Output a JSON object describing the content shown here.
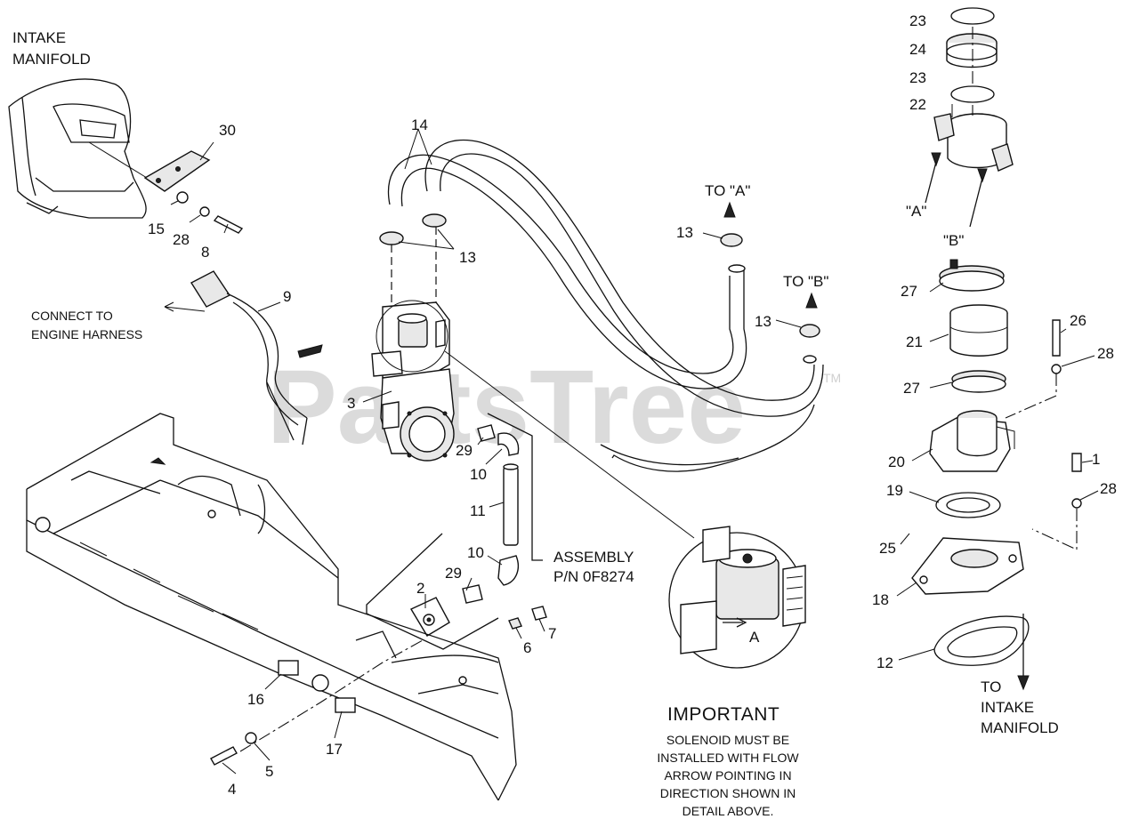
{
  "watermark": {
    "text": "PartsTree",
    "trademark": "TM"
  },
  "callouts": {
    "intake_manifold": [
      "INTAKE",
      "MANIFOLD"
    ],
    "connect_harness": [
      "CONNECT TO",
      "ENGINE HARNESS"
    ],
    "to_a": "TO \"A\"",
    "to_b": "TO \"B\"",
    "port_a": "\"A\"",
    "port_b": "\"B\"",
    "assembly": [
      "ASSEMBLY",
      "P/N 0F8274"
    ],
    "to_intake": [
      "TO",
      "INTAKE",
      "MANIFOLD"
    ]
  },
  "important": {
    "heading": "IMPORTANT",
    "lines": [
      "SOLENOID MUST BE",
      "INSTALLED WITH FLOW",
      "ARROW POINTING IN",
      "DIRECTION SHOWN IN",
      "DETAIL ABOVE."
    ]
  },
  "part_numbers": {
    "p1": "1",
    "p2": "2",
    "p3": "3",
    "p4": "4",
    "p5": "5",
    "p6": "6",
    "p7": "7",
    "p8": "8",
    "p9": "9",
    "p10a": "10",
    "p10b": "10",
    "p11": "11",
    "p12": "12",
    "p13a": "13",
    "p13b": "13",
    "p13c": "13",
    "p14": "14",
    "p15": "15",
    "p16": "16",
    "p17": "17",
    "p18": "18",
    "p19": "19",
    "p20": "20",
    "p21": "21",
    "p22": "22",
    "p23a": "23",
    "p23b": "23",
    "p24": "24",
    "p25": "25",
    "p26": "26",
    "p27a": "27",
    "p27b": "27",
    "p28a": "28",
    "p28b": "28",
    "p28c": "28",
    "p29a": "29",
    "p29b": "29",
    "p30": "30"
  },
  "detail_labels": {
    "flow_arrow": "A"
  }
}
